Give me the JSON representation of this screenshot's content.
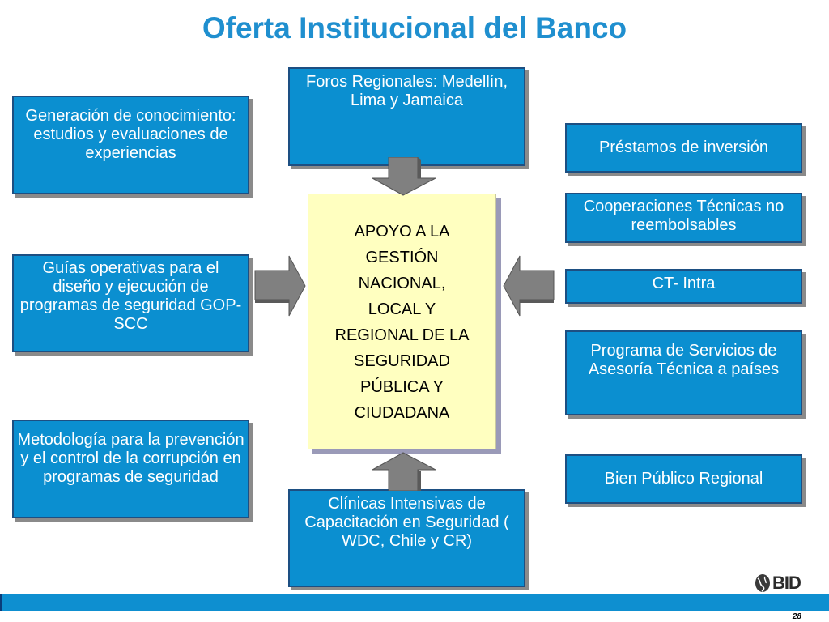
{
  "title": "Oferta Institucional del Banco",
  "center": {
    "lines": [
      "APOYO A LA",
      "GESTIÓN",
      "NACIONAL,",
      "LOCAL Y",
      "REGIONAL DE LA",
      "SEGURIDAD",
      "PÚBLICA Y",
      "CIUDADANA"
    ]
  },
  "top_box": "Foros Regionales: Medellín, Lima y Jamaica",
  "bottom_box": "Clínicas Intensivas de Capacitación en Seguridad ( WDC, Chile y CR)",
  "left_boxes": [
    "Generación de conocimiento: estudios y evaluaciones de experiencias",
    "Guías operativas para el diseño y ejecución de programas de seguridad GOP-SCC",
    "Metodología para la prevención y el control de la corrupción en programas de seguridad"
  ],
  "right_boxes": [
    "Préstamos de inversión",
    "Cooperaciones Técnicas no reembolsables",
    "CT- Intra",
    "Programa de Servicios de Asesoría Técnica a países",
    "Bien Público Regional"
  ],
  "logo_text": "BID",
  "page_number": "28",
  "colors": {
    "title": "#1f8fcf",
    "box_fill": "#0b8fd0",
    "box_border": "#1d4f82",
    "center_fill": "#ffffc0",
    "arrow_fill": "#808080",
    "footer_bar": "#0e8fd0"
  },
  "icons": {
    "arrow_down": "block-arrow-down-icon",
    "arrow_up": "block-arrow-up-icon",
    "arrow_right": "block-arrow-right-icon",
    "arrow_left": "block-arrow-left-icon",
    "logo": "bid-globe-logo-icon"
  }
}
